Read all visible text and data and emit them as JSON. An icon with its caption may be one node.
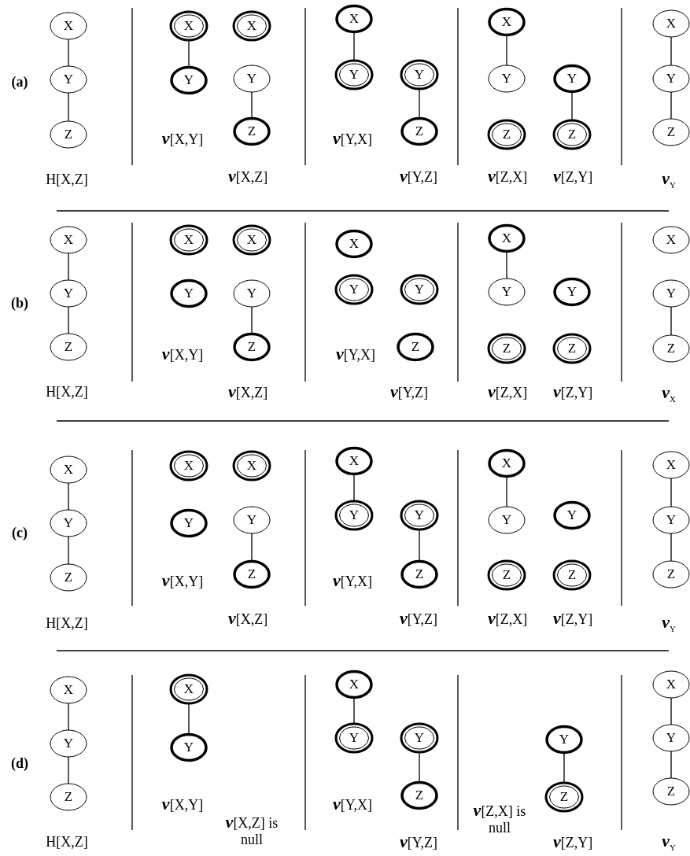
{
  "diagram": {
    "nodes": [
      {
        "text": [
          "X"
        ]
      },
      {
        "text": [
          "Y"
        ]
      },
      {
        "text": [
          "Z"
        ]
      },
      {
        "text": [
          "X"
        ]
      },
      {
        "text": [
          "Y"
        ]
      },
      {
        "text": [
          "X"
        ]
      },
      {
        "text": [
          "Y"
        ]
      },
      {
        "text": [
          "Z"
        ]
      },
      {
        "text": [
          "X"
        ]
      },
      {
        "text": [
          "Y"
        ]
      },
      {
        "text": [
          "Y"
        ]
      },
      {
        "text": [
          "Z"
        ]
      },
      {
        "text": [
          "X"
        ]
      },
      {
        "text": [
          "Y"
        ]
      },
      {
        "text": [
          "Z"
        ]
      },
      {
        "text": [
          "Y"
        ]
      },
      {
        "text": [
          "Z"
        ]
      },
      {
        "text": [
          "X"
        ]
      },
      {
        "text": [
          "Y"
        ]
      },
      {
        "text": [
          "Z"
        ]
      },
      {
        "text": [
          "X"
        ]
      },
      {
        "text": [
          "Y"
        ]
      },
      {
        "text": [
          "Z"
        ]
      },
      {
        "text": [
          "X"
        ]
      },
      {
        "text": [
          "Y"
        ]
      },
      {
        "text": [
          "X"
        ]
      },
      {
        "text": [
          "Y"
        ]
      },
      {
        "text": [
          "Z"
        ]
      },
      {
        "text": [
          "X"
        ]
      },
      {
        "text": [
          "Y"
        ]
      },
      {
        "text": [
          "Y"
        ]
      },
      {
        "text": [
          "Z"
        ]
      },
      {
        "text": [
          "X"
        ]
      },
      {
        "text": [
          "Y"
        ]
      },
      {
        "text": [
          "Z"
        ]
      },
      {
        "text": [
          "Y"
        ]
      },
      {
        "text": [
          "Z"
        ]
      },
      {
        "text": [
          "X"
        ]
      },
      {
        "text": [
          "Y"
        ]
      },
      {
        "text": [
          "Z"
        ]
      },
      {
        "text": [
          "X"
        ]
      },
      {
        "text": [
          "Y"
        ]
      },
      {
        "text": [
          "Z"
        ]
      },
      {
        "text": [
          "X"
        ]
      },
      {
        "text": [
          "Y"
        ]
      },
      {
        "text": [
          "X"
        ]
      },
      {
        "text": [
          "Y"
        ]
      },
      {
        "text": [
          "Z"
        ]
      },
      {
        "text": [
          "X"
        ]
      },
      {
        "text": [
          "Y"
        ]
      },
      {
        "text": [
          "Y"
        ]
      },
      {
        "text": [
          "Z"
        ]
      },
      {
        "text": [
          "X"
        ]
      },
      {
        "text": [
          "Y"
        ]
      },
      {
        "text": [
          "Z"
        ]
      },
      {
        "text": [
          "Y"
        ]
      },
      {
        "text": [
          "Z"
        ]
      },
      {
        "text": [
          "X"
        ]
      },
      {
        "text": [
          "Y"
        ]
      },
      {
        "text": [
          "Z"
        ]
      },
      {
        "text": [
          "X"
        ]
      },
      {
        "text": [
          "Y"
        ]
      },
      {
        "text": [
          "Z"
        ]
      },
      {
        "text": [
          "X"
        ]
      },
      {
        "text": [
          "Y"
        ]
      },
      {
        "text": [
          "X"
        ]
      },
      {
        "text": [
          "Y"
        ]
      },
      {
        "text": [
          "Y"
        ]
      },
      {
        "text": [
          "Z"
        ]
      },
      {
        "text": [
          "Y"
        ]
      },
      {
        "text": [
          "Z"
        ]
      },
      {
        "text": [
          "X"
        ]
      },
      {
        "text": [
          "Y"
        ]
      },
      {
        "text": [
          "Z"
        ]
      }
    ],
    "edges": [
      {
        "from": 0,
        "to": 1,
        "arrow": "none"
      },
      {
        "from": 1,
        "to": 2,
        "arrow": "none"
      },
      {
        "from": 3,
        "to": 4,
        "arrow": "none"
      },
      {
        "from": 6,
        "to": 7,
        "arrow": "none"
      },
      {
        "from": 8,
        "to": 9,
        "arrow": "none"
      },
      {
        "from": 10,
        "to": 11,
        "arrow": "none"
      },
      {
        "from": 12,
        "to": 13,
        "arrow": "none"
      },
      {
        "from": 15,
        "to": 16,
        "arrow": "none"
      },
      {
        "from": 17,
        "to": 18,
        "arrow": "none"
      },
      {
        "from": 18,
        "to": 19,
        "arrow": "none"
      },
      {
        "from": 20,
        "to": 21,
        "arrow": "none"
      },
      {
        "from": 21,
        "to": 22,
        "arrow": "none"
      },
      {
        "from": 26,
        "to": 27,
        "arrow": "none"
      },
      {
        "from": 32,
        "to": 33,
        "arrow": "none"
      },
      {
        "from": 38,
        "to": 39,
        "arrow": "none"
      },
      {
        "from": 40,
        "to": 41,
        "arrow": "none"
      },
      {
        "from": 41,
        "to": 42,
        "arrow": "none"
      },
      {
        "from": 46,
        "to": 47,
        "arrow": "none"
      },
      {
        "from": 48,
        "to": 49,
        "arrow": "none"
      },
      {
        "from": 50,
        "to": 51,
        "arrow": "none"
      },
      {
        "from": 52,
        "to": 53,
        "arrow": "none"
      },
      {
        "from": 57,
        "to": 58,
        "arrow": "none"
      },
      {
        "from": 58,
        "to": 59,
        "arrow": "none"
      },
      {
        "from": 60,
        "to": 61,
        "arrow": "none"
      },
      {
        "from": 61,
        "to": 62,
        "arrow": "none"
      },
      {
        "from": 63,
        "to": 64,
        "arrow": "none"
      },
      {
        "from": 65,
        "to": 66,
        "arrow": "none"
      },
      {
        "from": 67,
        "to": 68,
        "arrow": "none"
      },
      {
        "from": 69,
        "to": 70,
        "arrow": "none"
      },
      {
        "from": 71,
        "to": 72,
        "arrow": "none"
      },
      {
        "from": 72,
        "to": 73,
        "arrow": "none"
      }
    ],
    "labels": [
      "(a)",
      "H[X,Z]",
      "*v*[X,Y]",
      "*v*[X,Z]",
      "*v*[Y,X]",
      "*v*[Y,Z]",
      "*v*[Z,X]",
      "*v*[Z,Y]",
      "*v*$_{Y}$",
      "(b)",
      "H[X,Z]",
      "*v*[X,Y]",
      "*v*[X,Z]",
      "*v*[Y,X]",
      "*v*[Y,Z]",
      "*v*[Z,X]",
      "*v*[Z,Y]",
      "*v*$_{X}$",
      "(c)",
      "H[X,Z]",
      "*v*[X,Y]",
      "*v*[X,Z]",
      "*v*[Y,X]",
      "*v*[Y,Z]",
      "*v*[Z,X]",
      "*v*[Z,Y]",
      "*v*$_{Y}$",
      "(d)",
      "H[X,Z]",
      "*v*[X,Y]",
      "*v*[X,Z] is null",
      "*v*[Y,X]",
      "*v*[Y,Z]",
      "*v*[Z,X] is null",
      "*v*[Z,Y]",
      "*v*$_{Y}$"
    ]
  }
}
